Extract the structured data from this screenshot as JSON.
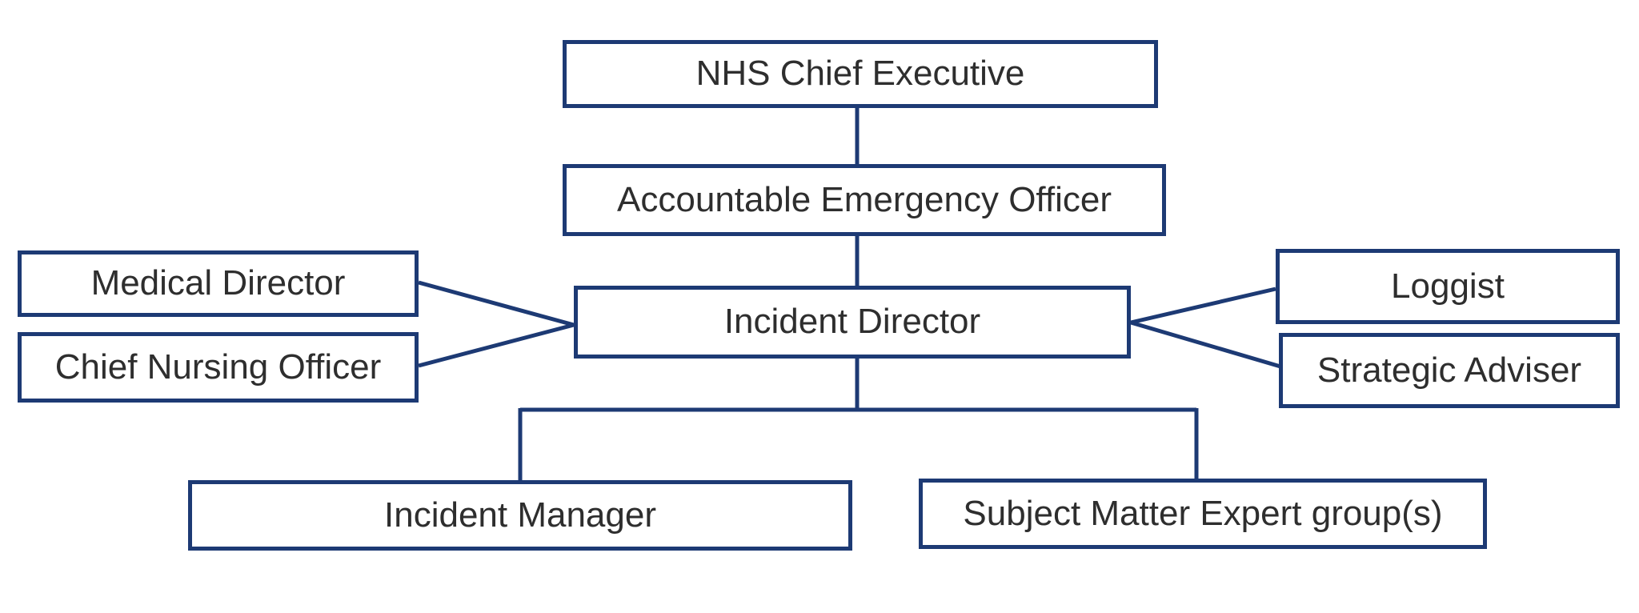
{
  "diagram": {
    "nodes": [
      {
        "id": "nhs-chief-executive",
        "label": "NHS Chief Executive"
      },
      {
        "id": "accountable-emergency-officer",
        "label": "Accountable Emergency Officer"
      },
      {
        "id": "medical-director",
        "label": "Medical Director"
      },
      {
        "id": "chief-nursing-officer",
        "label": "Chief Nursing Officer"
      },
      {
        "id": "incident-director",
        "label": "Incident Director"
      },
      {
        "id": "loggist",
        "label": "Loggist"
      },
      {
        "id": "strategic-adviser",
        "label": "Strategic Adviser"
      },
      {
        "id": "incident-manager",
        "label": "Incident Manager"
      },
      {
        "id": "sme-groups",
        "label": "Subject Matter Expert group(s)"
      }
    ],
    "edges": [
      {
        "from": "NHS Chief Executive",
        "to": "Accountable Emergency Officer",
        "style": "vertical-line"
      },
      {
        "from": "Accountable Emergency Officer",
        "to": "Incident Director",
        "style": "vertical-line"
      },
      {
        "from": "Medical Director",
        "to": "Incident Director",
        "style": "converging-diagonal"
      },
      {
        "from": "Chief Nursing Officer",
        "to": "Incident Director",
        "style": "converging-diagonal"
      },
      {
        "from": "Loggist",
        "to": "Incident Director",
        "style": "converging-diagonal"
      },
      {
        "from": "Strategic Adviser",
        "to": "Incident Director",
        "style": "converging-diagonal"
      },
      {
        "from": "Incident Director",
        "to": "Incident Manager",
        "style": "elbow-bracket"
      },
      {
        "from": "Incident Director",
        "to": "Subject Matter Expert group(s)",
        "style": "elbow-bracket"
      }
    ],
    "colors": {
      "box_border": "#1d3a74",
      "connector": "#1d3a74",
      "text": "#2e2e2e",
      "background": "#ffffff"
    }
  }
}
